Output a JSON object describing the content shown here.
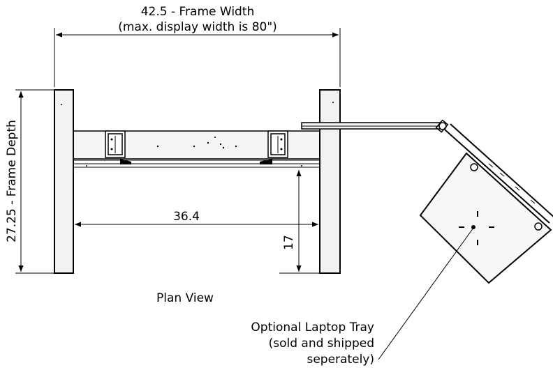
{
  "dimensions": {
    "frame_width_line1": "42.5 - Frame Width",
    "frame_width_line2": "(max. display width is 80\")",
    "frame_depth": "27.25 - Frame Depth",
    "inner_width": "36.4",
    "depth_17": "17"
  },
  "labels": {
    "plan_view": "Plan View",
    "laptop_tray_line1": "Optional Laptop Tray",
    "laptop_tray_line2": "(sold and shipped",
    "laptop_tray_line3": "seperately)"
  }
}
